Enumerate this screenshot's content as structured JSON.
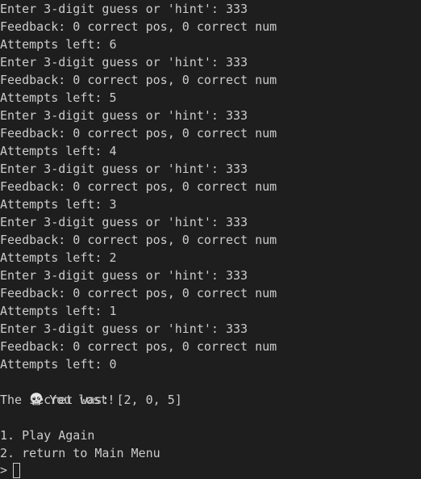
{
  "terminal": {
    "lines": [
      "Enter 3-digit guess or 'hint': 333",
      "Feedback: 0 correct pos, 0 correct num",
      "Attempts left: 6",
      "Enter 3-digit guess or 'hint': 333",
      "Feedback: 0 correct pos, 0 correct num",
      "Attempts left: 5",
      "Enter 3-digit guess or 'hint': 333",
      "Feedback: 0 correct pos, 0 correct num",
      "Attempts left: 4",
      "Enter 3-digit guess or 'hint': 333",
      "Feedback: 0 correct pos, 0 correct num",
      "Attempts left: 3",
      "Enter 3-digit guess or 'hint': 333",
      "Feedback: 0 correct pos, 0 correct num",
      "Attempts left: 2",
      "Enter 3-digit guess or 'hint': 333",
      "Feedback: 0 correct pos, 0 correct num",
      "Attempts left: 1",
      "Enter 3-digit guess or 'hint': 333",
      "Feedback: 0 correct pos, 0 correct num",
      "Attempts left: 0"
    ],
    "result": {
      "icon": "skull-icon",
      "text": "You lost!"
    },
    "secret_line": "The secret was: [2, 0, 5]",
    "blank_line": "",
    "menu": [
      "1. Play Again",
      "2. return to Main Menu"
    ],
    "prompt_symbol": ">",
    "input_value": ""
  },
  "colors": {
    "background": "#1e1e1e",
    "text": "#cccccc"
  }
}
